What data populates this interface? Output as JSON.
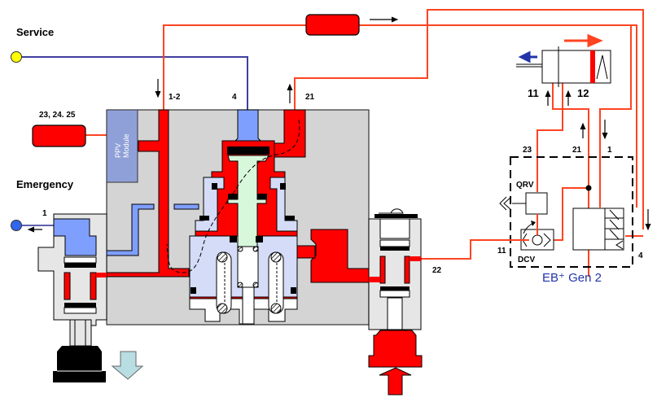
{
  "diagram": {
    "title": "EBS Parking / Trailer Control Valve pneumatic circuit",
    "colors": {
      "pressure_red": "#ff0000",
      "line_orange": "#ff4422",
      "service_blue": "#7f9fff",
      "light_blue": "#d4dcf8",
      "piston_green": "#d8f8dc",
      "housing_grey": "#d4d4d4",
      "housing_light": "#e6e6e6",
      "ppv_module": "#8fa0d8",
      "service_port_yellow": "#ffff00",
      "emergency_port_blue": "#3366ee",
      "pull_arrow_cyan": "#b8dde2",
      "gen2_text": "#2233aa"
    },
    "labels": {
      "service": "Service",
      "emergency": "Emergency",
      "reservoirs": "23, 24. 25",
      "ppv_module_line1": "PPV",
      "ppv_module_line2": "Module",
      "port_1_2": "1-2",
      "port_4": "4",
      "port_21": "21",
      "port_1_emergency": "1",
      "port_22": "22"
    },
    "actuator": {
      "port_11": "11",
      "port_12": "12"
    },
    "eb_module": {
      "name": "EB⁺ Gen 2",
      "port_23": "23",
      "port_21": "21",
      "port_1": "1",
      "port_11": "11",
      "port_4": "4",
      "qrv": "QRV",
      "dcv": "DCV"
    }
  }
}
